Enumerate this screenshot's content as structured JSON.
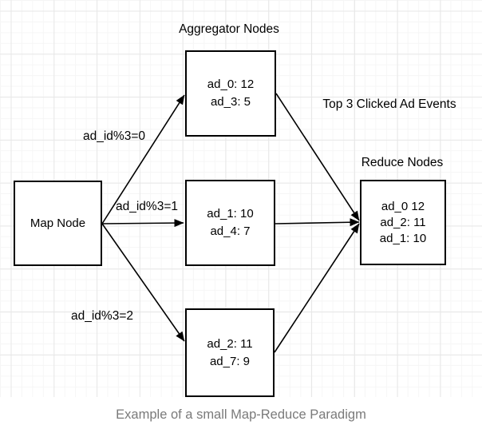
{
  "diagram": {
    "section_labels": {
      "aggregator": "Aggregator Nodes",
      "top3": "Top 3 Clicked Ad Events",
      "reduce": "Reduce Nodes"
    },
    "edge_labels": {
      "e0": "ad_id%3=0",
      "e1": "ad_id%3=1",
      "e2": "ad_id%3=2"
    },
    "nodes": {
      "map": {
        "label": "Map Node"
      },
      "agg0": {
        "lines": [
          "ad_0: 12",
          "ad_3: 5"
        ]
      },
      "agg1": {
        "lines": [
          "ad_1: 10",
          "ad_4: 7"
        ]
      },
      "agg2": {
        "lines": [
          "ad_2: 11",
          "ad_7: 9"
        ]
      },
      "reduce": {
        "lines": [
          "ad_0 12",
          "ad_2: 11",
          "ad_1: 10"
        ]
      }
    }
  },
  "caption": "Example of a small Map-Reduce Paradigm",
  "colors": {
    "background": "#ffffff",
    "node_border": "#000000",
    "text": "#000000",
    "edge": "#000000",
    "caption_text": "#7a7a7a",
    "grid_major": "#e7e7e7",
    "grid_minor": "#f6f6f6"
  }
}
